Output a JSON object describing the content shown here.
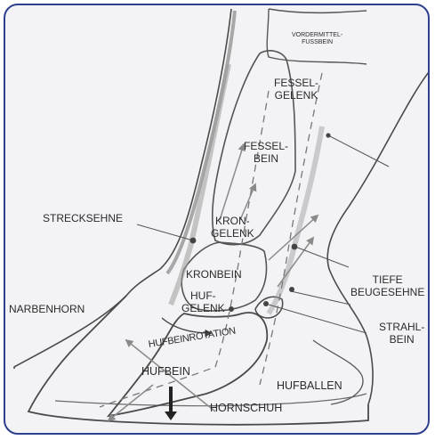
{
  "colors": {
    "frame": "#2e3f8f",
    "background": "#f3f3f6",
    "ink": "#3a3a3a",
    "arrow": "#8a8a8a"
  },
  "labels": {
    "vordermittelfussbein_1": "VORDERMITTEL-",
    "vordermittelfussbein_2": "FUSSBEIN",
    "fesselgelenk_1": "FESSEL-",
    "fesselgelenk_2": "GELENK",
    "fesselbein_1": "FESSEL-",
    "fesselbein_2": "BEIN",
    "strecksehne": "STRECKSEHNE",
    "krongelenk_1": "KRON-",
    "krongelenk_2": "GELENK",
    "kronbein": "KRONBEIN",
    "hufgelenk_1": "HUF-",
    "hufgelenk_2": "GELENK",
    "narbenhorn": "NARBENHORN",
    "tiefe_beugesehne_1": "TIEFE",
    "tiefe_beugesehne_2": "BEUGESEHNE",
    "strahlbein_1": "STRAHL-",
    "strahlbein_2": "BEIN",
    "hufbeinrotation": "HUFBEINROTATION",
    "hufbein": "HUFBEIN",
    "hufballen": "HUFBALLEN",
    "hornschuh": "HORNSCHUH"
  }
}
